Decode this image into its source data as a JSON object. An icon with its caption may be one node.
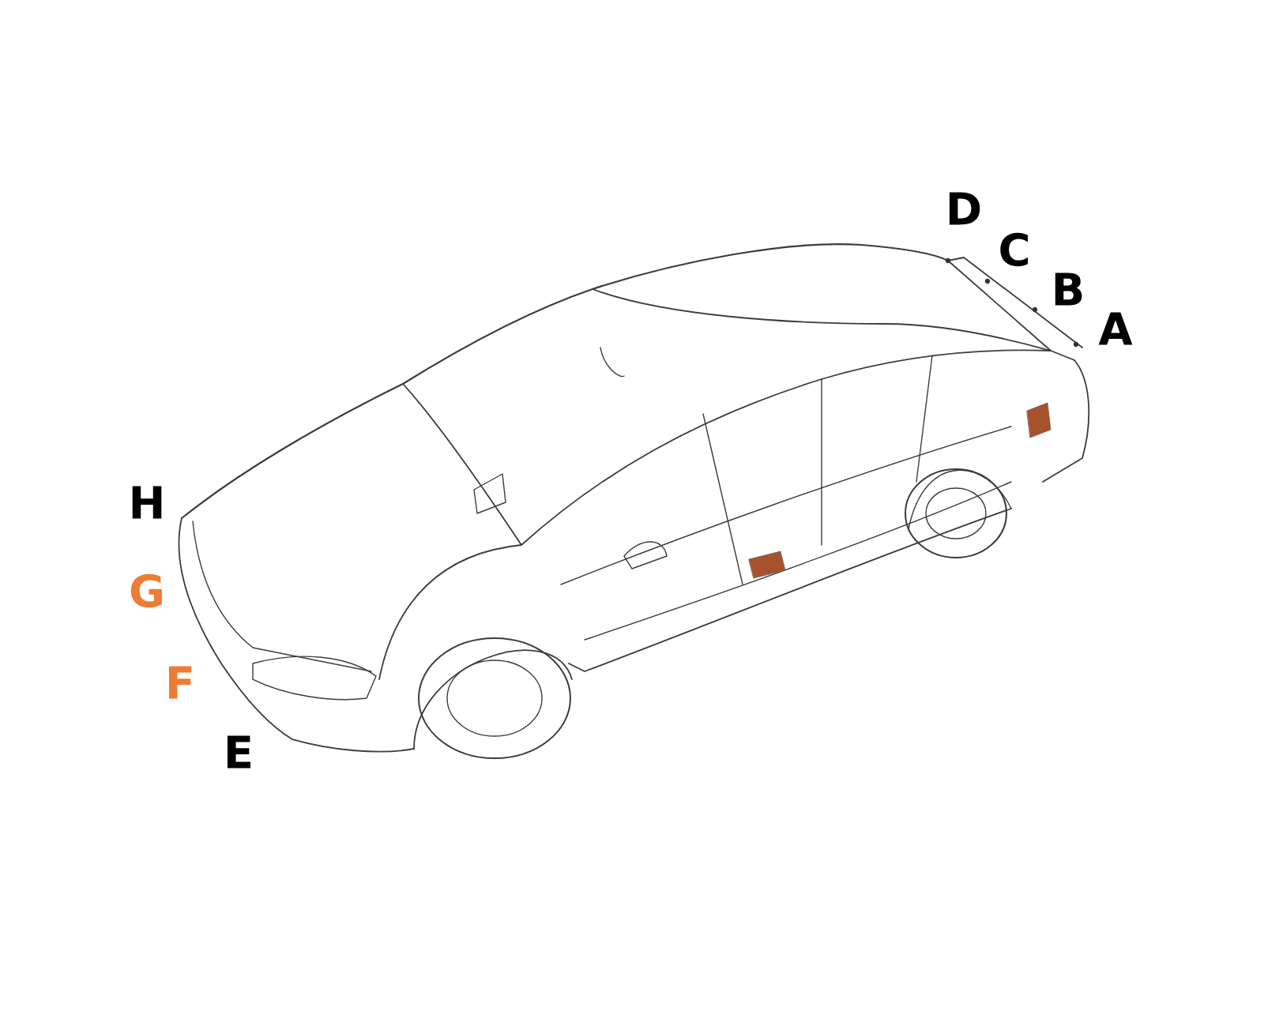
{
  "diagram": {
    "labels": [
      "D",
      "C",
      "B",
      "A",
      "H",
      "G",
      "F",
      "E"
    ]
  }
}
